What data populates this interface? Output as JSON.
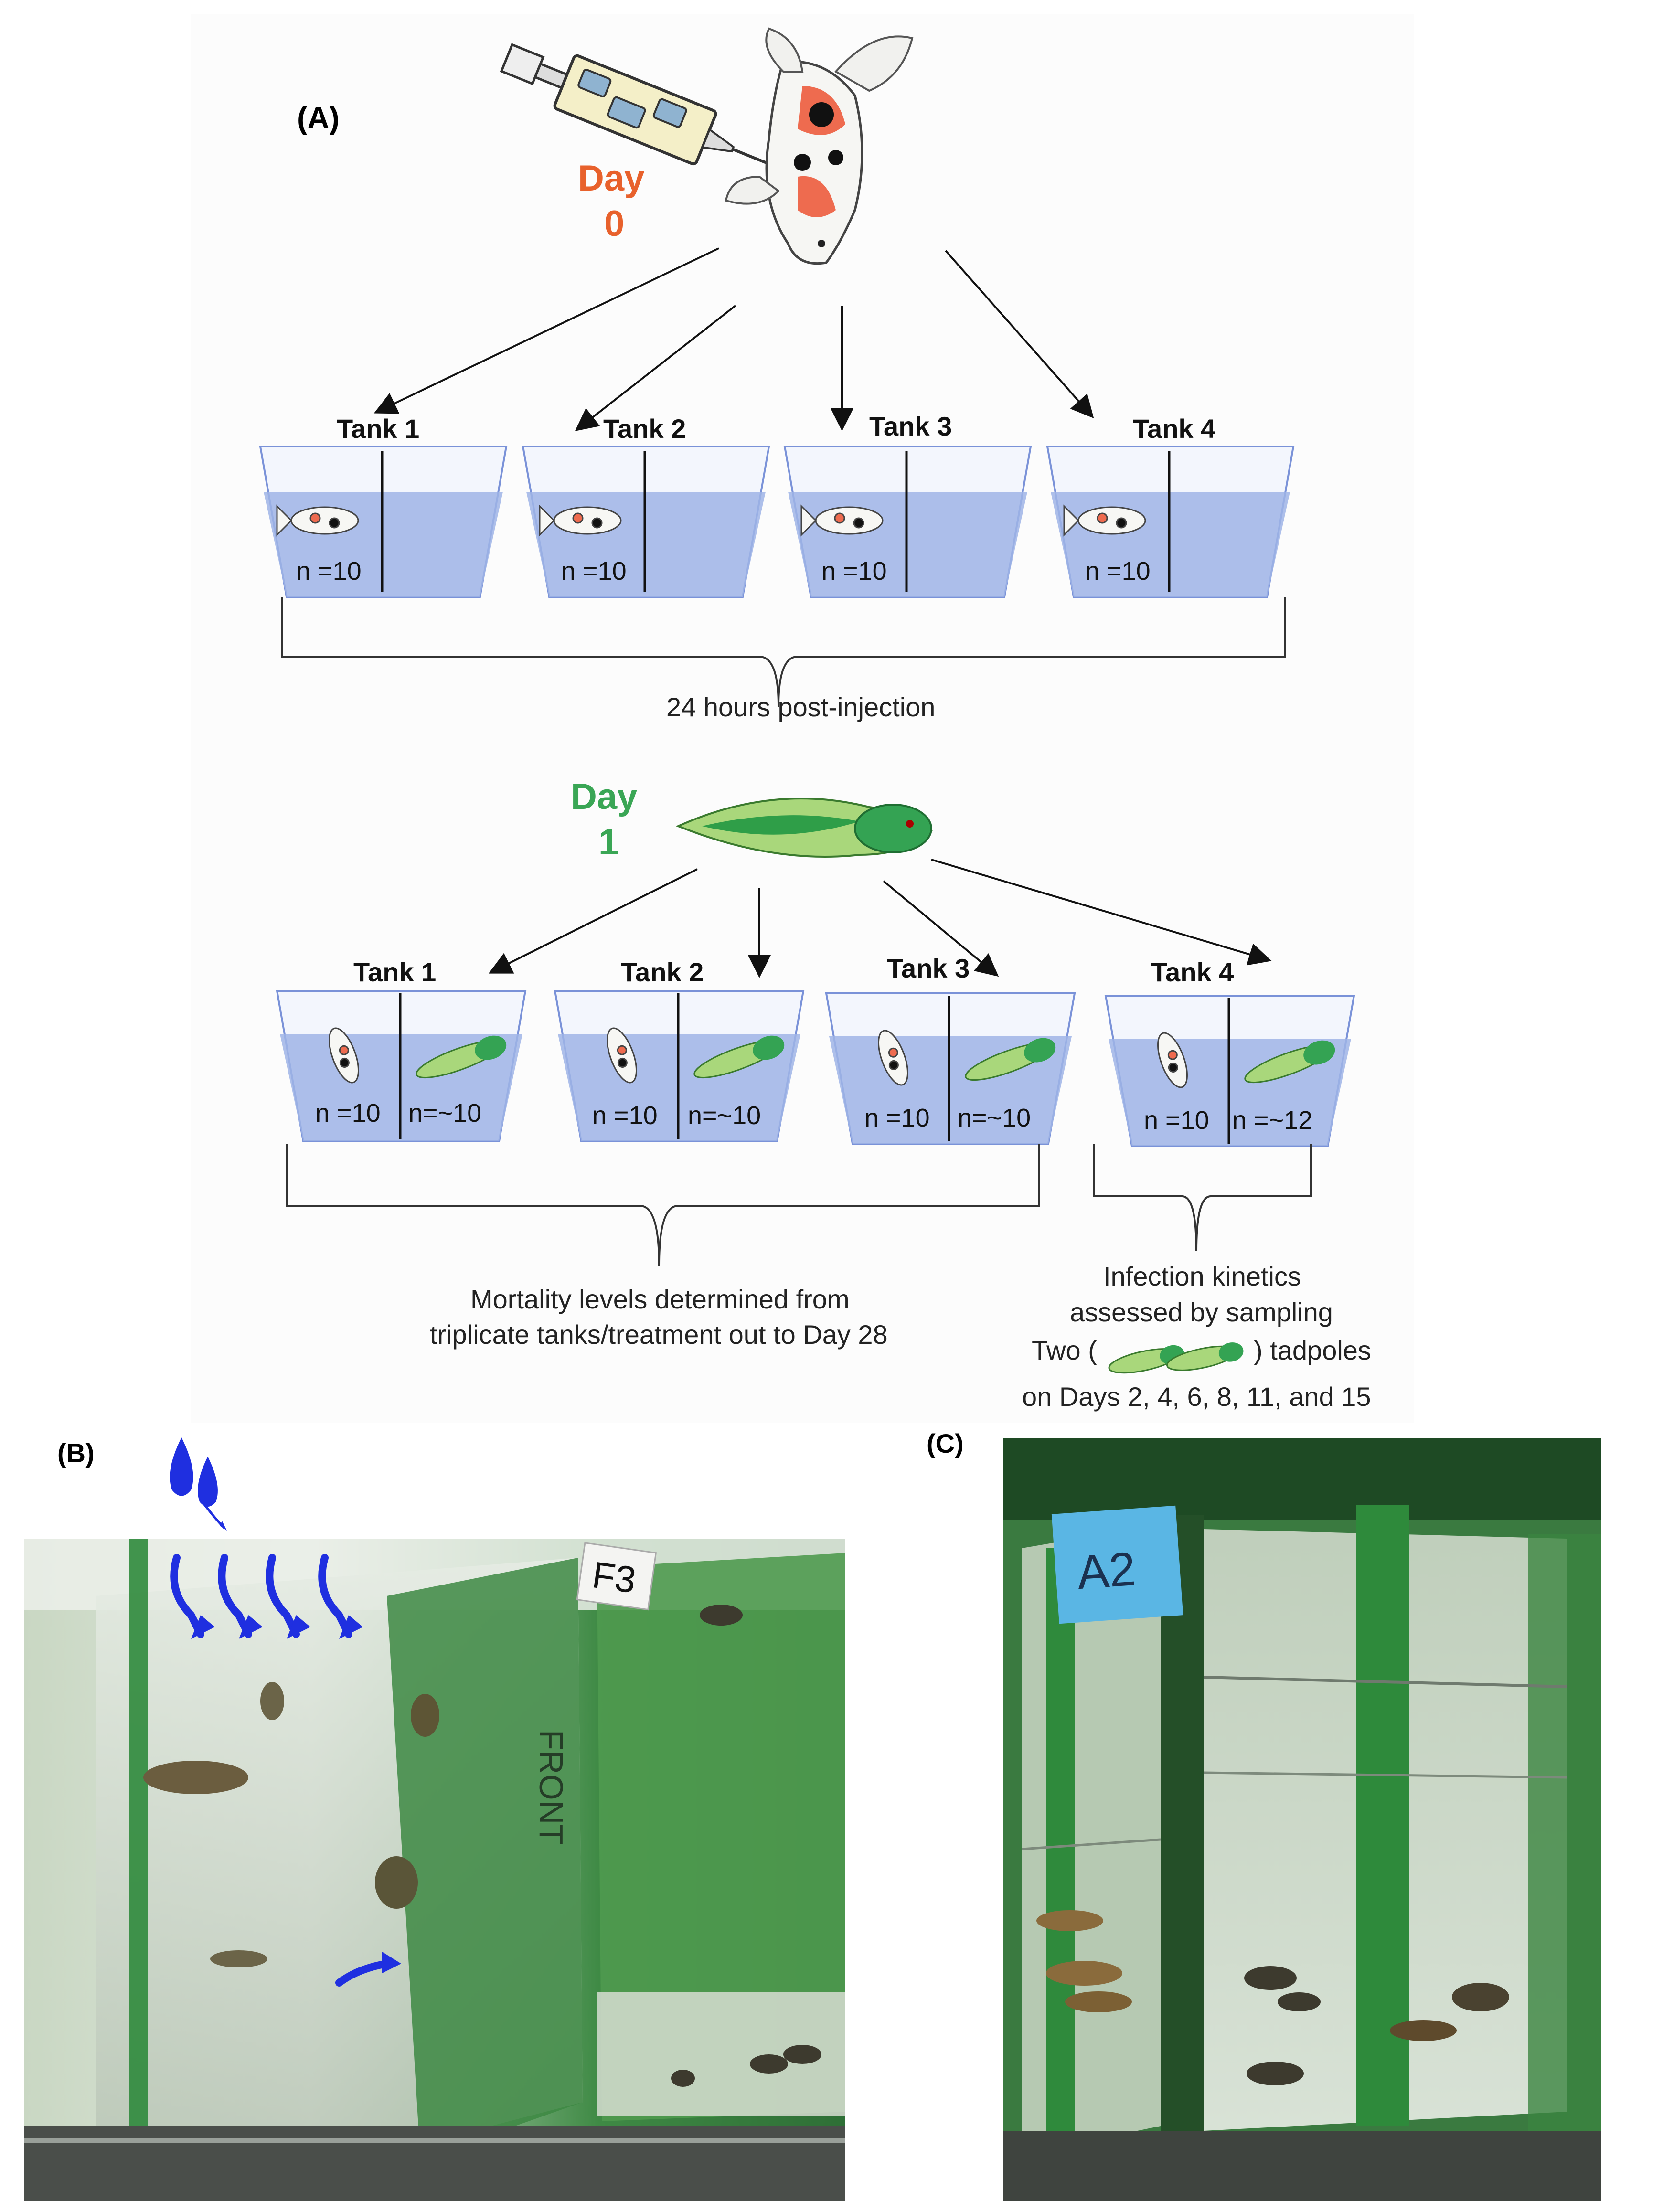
{
  "panel_a": {
    "label": "(A)",
    "day0": {
      "word": "Day",
      "number": "0"
    },
    "day1": {
      "word": "Day",
      "number": "1"
    },
    "row1_tanks": [
      {
        "name": "Tank 1",
        "n_fish": "n =10"
      },
      {
        "name": "Tank 2",
        "n_fish": "n =10"
      },
      {
        "name": "Tank 3",
        "n_fish": "n =10"
      },
      {
        "name": "Tank 4",
        "n_fish": "n =10"
      }
    ],
    "row1_caption": "24 hours post-injection",
    "row2_tanks": [
      {
        "name": "Tank 1",
        "n_fish": "n =10",
        "n_tadpole": "n=~10"
      },
      {
        "name": "Tank 2",
        "n_fish": "n =10",
        "n_tadpole": "n=~10"
      },
      {
        "name": "Tank 3",
        "n_fish": "n =10",
        "n_tadpole": "n=~10"
      },
      {
        "name": "Tank 4",
        "n_fish": "n =10",
        "n_tadpole": "n =~12"
      }
    ],
    "mortality_caption": {
      "line1": "Mortality levels determined from",
      "line2": "triplicate tanks/treatment out to Day 28"
    },
    "kinetics_caption": {
      "line1": "Infection kinetics",
      "line2": "assessed by sampling",
      "line3_pre": "Two (",
      "line3_post": ") tadpoles",
      "line4": "on Days 2, 4, 6, 8, 11, and 15"
    }
  },
  "panel_b": {
    "label": "(B)",
    "tank_tag": "F3",
    "front_text": "FRONT"
  },
  "panel_c": {
    "label": "(C)",
    "tank_tag": "A2"
  },
  "colors": {
    "day0": "#e8612c",
    "day1": "#3aa655",
    "water": "#8fa6de",
    "tank_outline": "#7a92d8",
    "flow_arrow": "#1f2fe0",
    "tag_blue": "#57b8e6"
  }
}
